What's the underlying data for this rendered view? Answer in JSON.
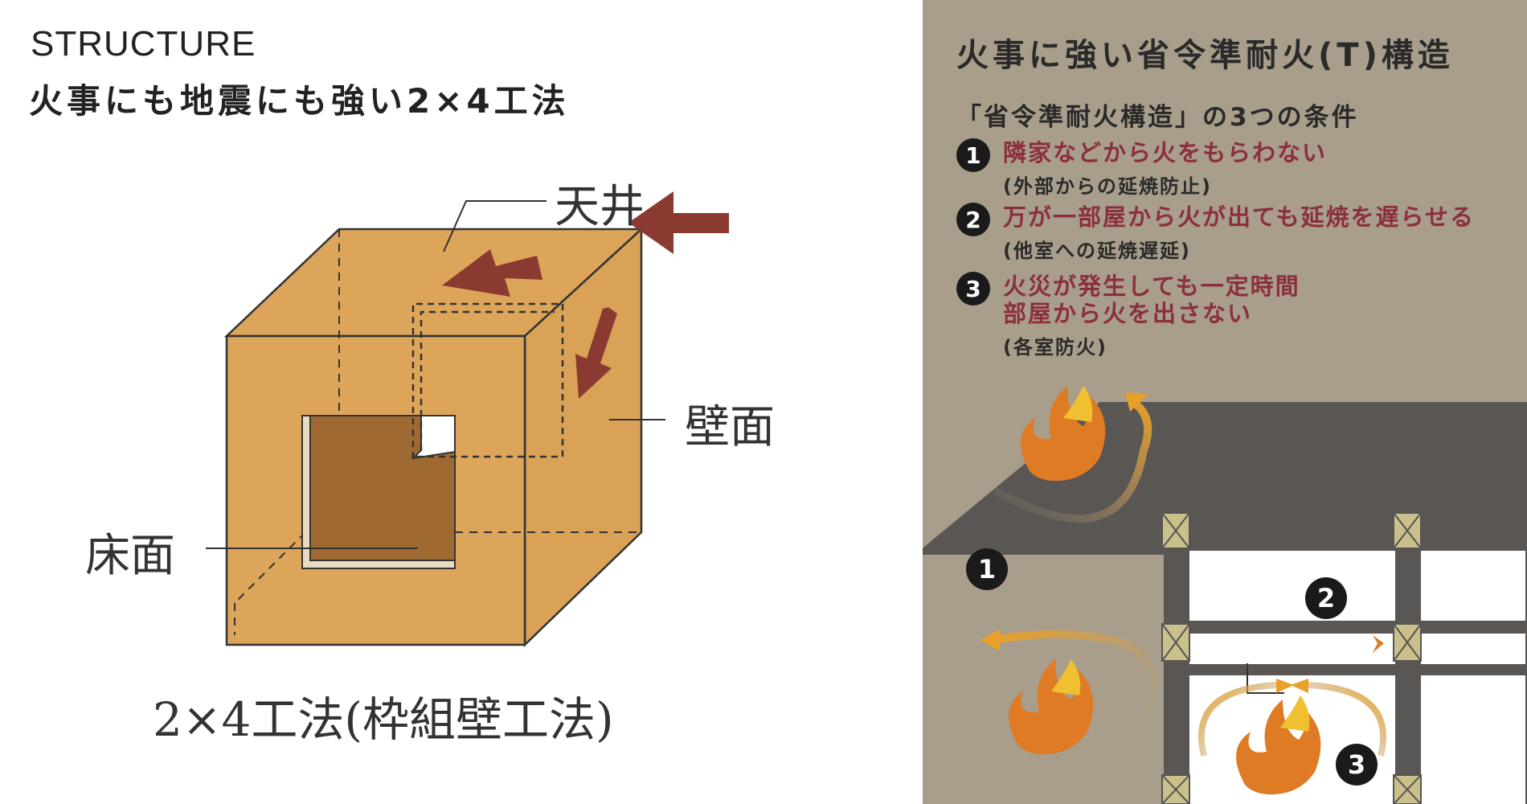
{
  "left": {
    "eyebrow": "STRUCTURE",
    "headline": "火事にも地震にも強い2×4工法",
    "labels": {
      "ceiling": "天井",
      "wall": "壁面",
      "floor": "床面"
    },
    "caption": "2×4工法(枠組壁工法)"
  },
  "right": {
    "title": "火事に強い省令準耐火(T)構造",
    "subtitle": "「省令準耐火構造」の3つの条件",
    "conditions": [
      {
        "num": "1",
        "text": "隣家などから火をもらわない",
        "note": "(外部からの延焼防止)"
      },
      {
        "num": "2",
        "text": "万が一部屋から火が出ても延焼を遅らせる",
        "note": "(他室への延焼遅延)"
      },
      {
        "num": "3",
        "text": "火災が発生しても一定時間",
        "text2": "部屋から火を出さない",
        "note": "(各室防火)"
      }
    ],
    "diagram_labels": [
      "1",
      "2",
      "3"
    ]
  },
  "colors": {
    "box": "#dca55a",
    "box_inner": "#9f6a32",
    "arrow": "#8b3a32",
    "panel": "#a89e8b",
    "condition_text": "#8b2f3c",
    "house": "#595654",
    "flame": "#e07b25"
  }
}
